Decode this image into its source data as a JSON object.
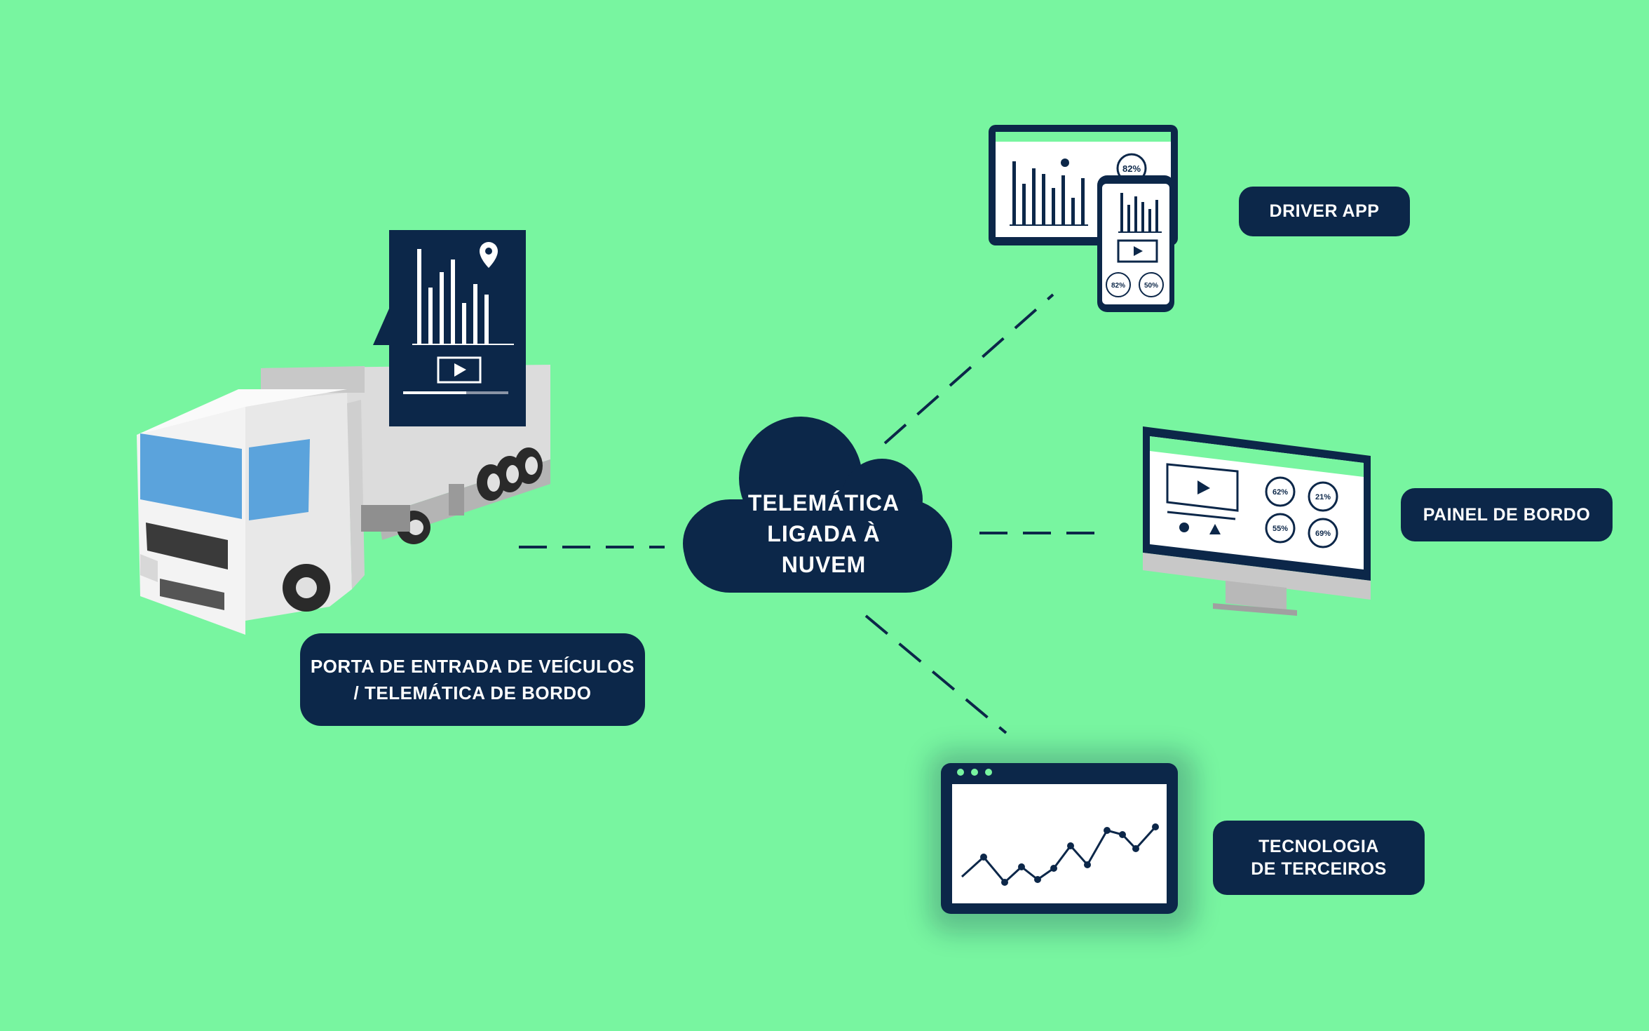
{
  "colors": {
    "background": "#78F5A0",
    "navy": "#0C2749",
    "accent": "#78F5A0",
    "white": "#FFFFFF"
  },
  "cloud": {
    "lines": [
      "TELEMÁTICA",
      "LIGADA À",
      "NUVEM"
    ]
  },
  "nodes": {
    "vehicle_gateway": {
      "lines": [
        "PORTA DE ENTRADA DE VEÍCULOS",
        "/ TELEMÁTICA DE BORDO"
      ]
    },
    "driver_app": {
      "lines": [
        "DRIVER APP"
      ]
    },
    "dashboard": {
      "lines": [
        "PAINEL DE BORDO"
      ]
    },
    "third_party": {
      "lines": [
        "TECNOLOGIA",
        "DE TERCEIROS"
      ]
    }
  },
  "devices": {
    "tablet_gauge": "82%",
    "phone_gauges": [
      "82%",
      "50%"
    ],
    "monitor_gauges": [
      "62%",
      "21%",
      "55%",
      "69%"
    ]
  },
  "icons": [
    "truck-icon",
    "location-pin-icon",
    "play-icon",
    "bar-chart-icon",
    "warning-icon",
    "cloud-icon",
    "line-chart-icon"
  ]
}
